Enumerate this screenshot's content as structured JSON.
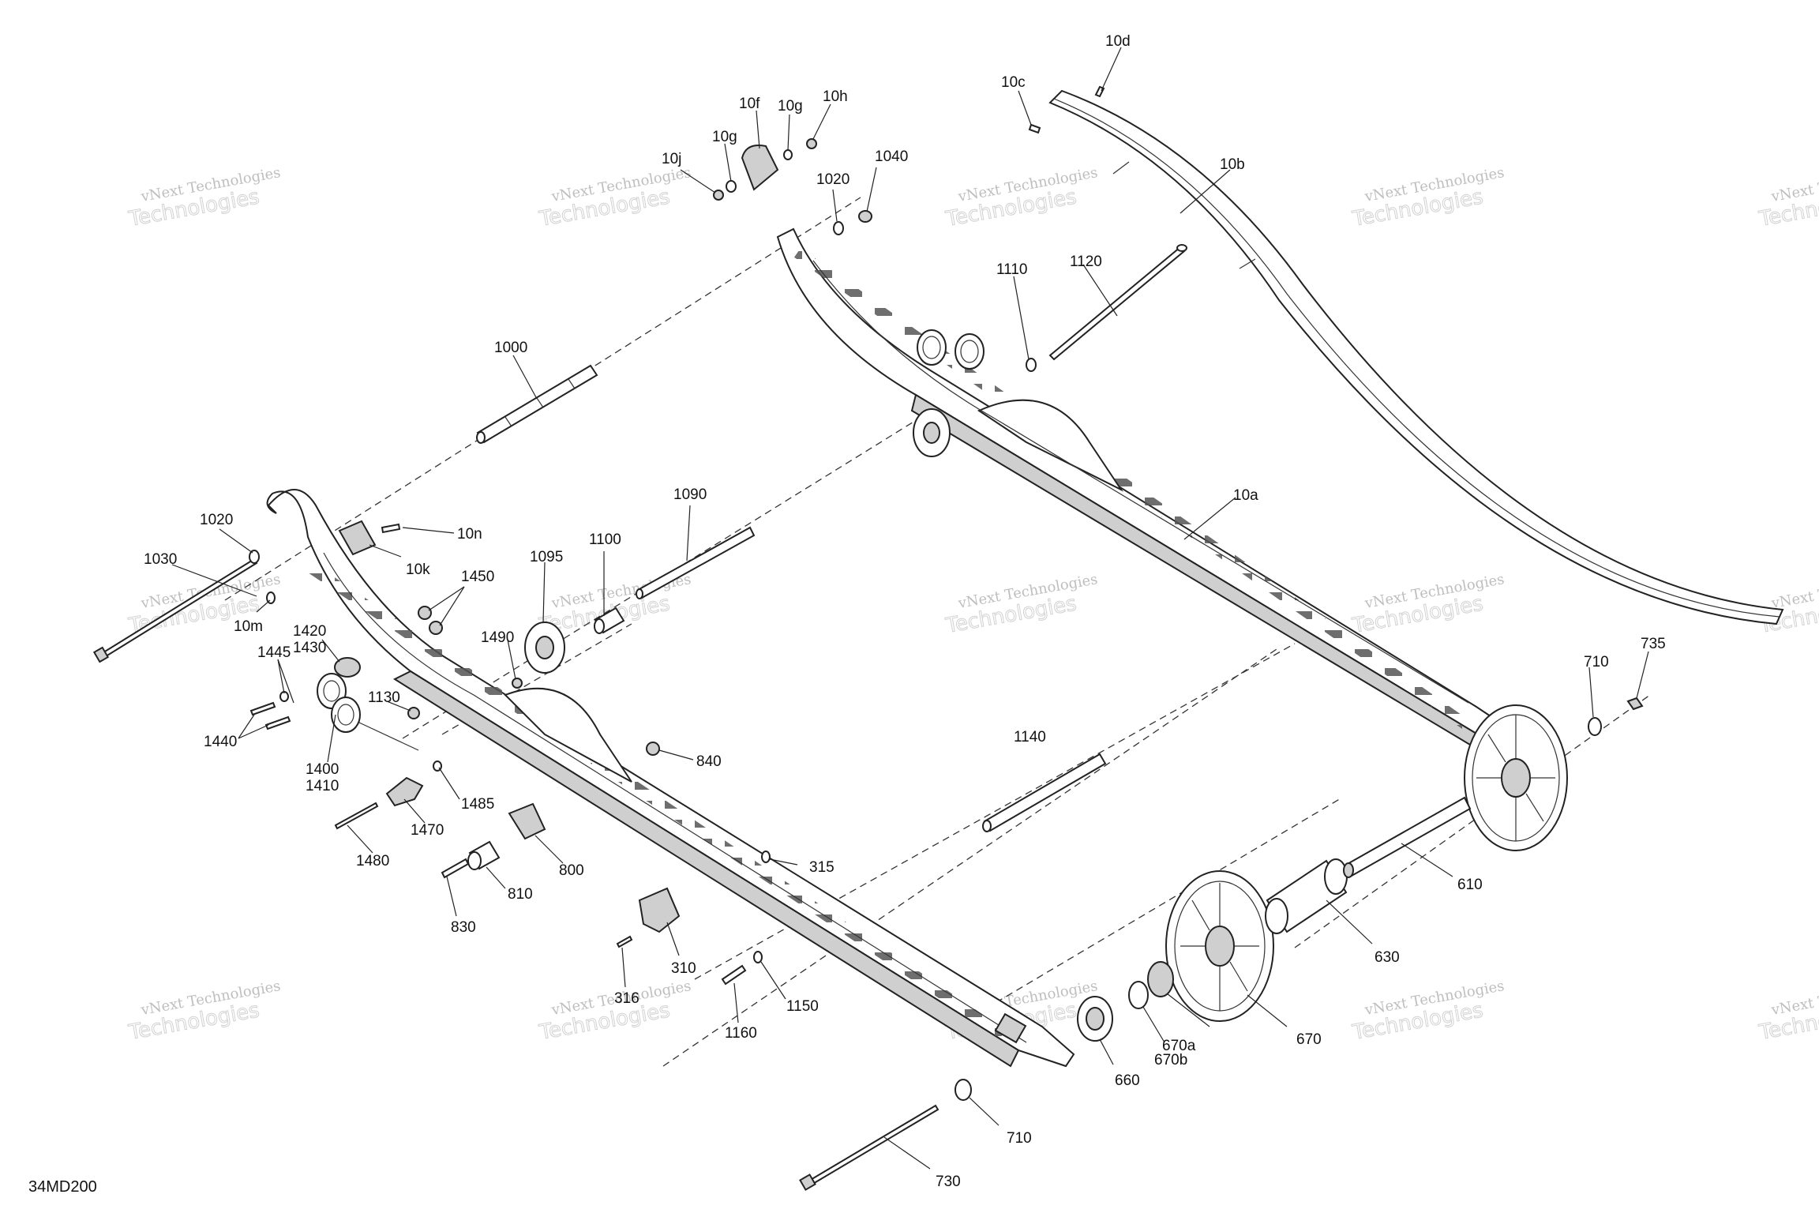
{
  "diagram_code": "34MD200",
  "watermark": {
    "line1": "vNext Technologies",
    "line2": "Technologies"
  },
  "callouts": {
    "c10d": "10d",
    "c10c": "10c",
    "c10f": "10f",
    "c10g_top": "10g",
    "c10h": "10h",
    "c10g": "10g",
    "c10j": "10j",
    "c1040": "1040",
    "c1020_top": "1020",
    "c10b": "10b",
    "c1120": "1120",
    "c1110": "1110",
    "c1000": "1000",
    "c1090": "1090",
    "c10a": "10a",
    "c1020": "1020",
    "c10n": "10n",
    "c10k": "10k",
    "c1030": "1030",
    "c1450": "1450",
    "c1095": "1095",
    "c1100": "1100",
    "c10m": "10m",
    "c1420": "1420",
    "c1430": "1430",
    "c1445": "1445",
    "c1490": "1490",
    "c1130": "1130",
    "c1440": "1440",
    "c1400": "1400",
    "c1410": "1410",
    "c1485": "1485",
    "c840": "840",
    "c1470": "1470",
    "c1480": "1480",
    "c800": "800",
    "c810": "810",
    "c830": "830",
    "c315": "315",
    "c310": "310",
    "c316": "316",
    "c1150": "1150",
    "c1160": "1160",
    "c1140": "1140",
    "c710_r": "710",
    "c735": "735",
    "c610": "610",
    "c630": "630",
    "c670a": "670a",
    "c670b": "670b",
    "c670": "670",
    "c660": "660",
    "c710": "710",
    "c730": "730"
  }
}
